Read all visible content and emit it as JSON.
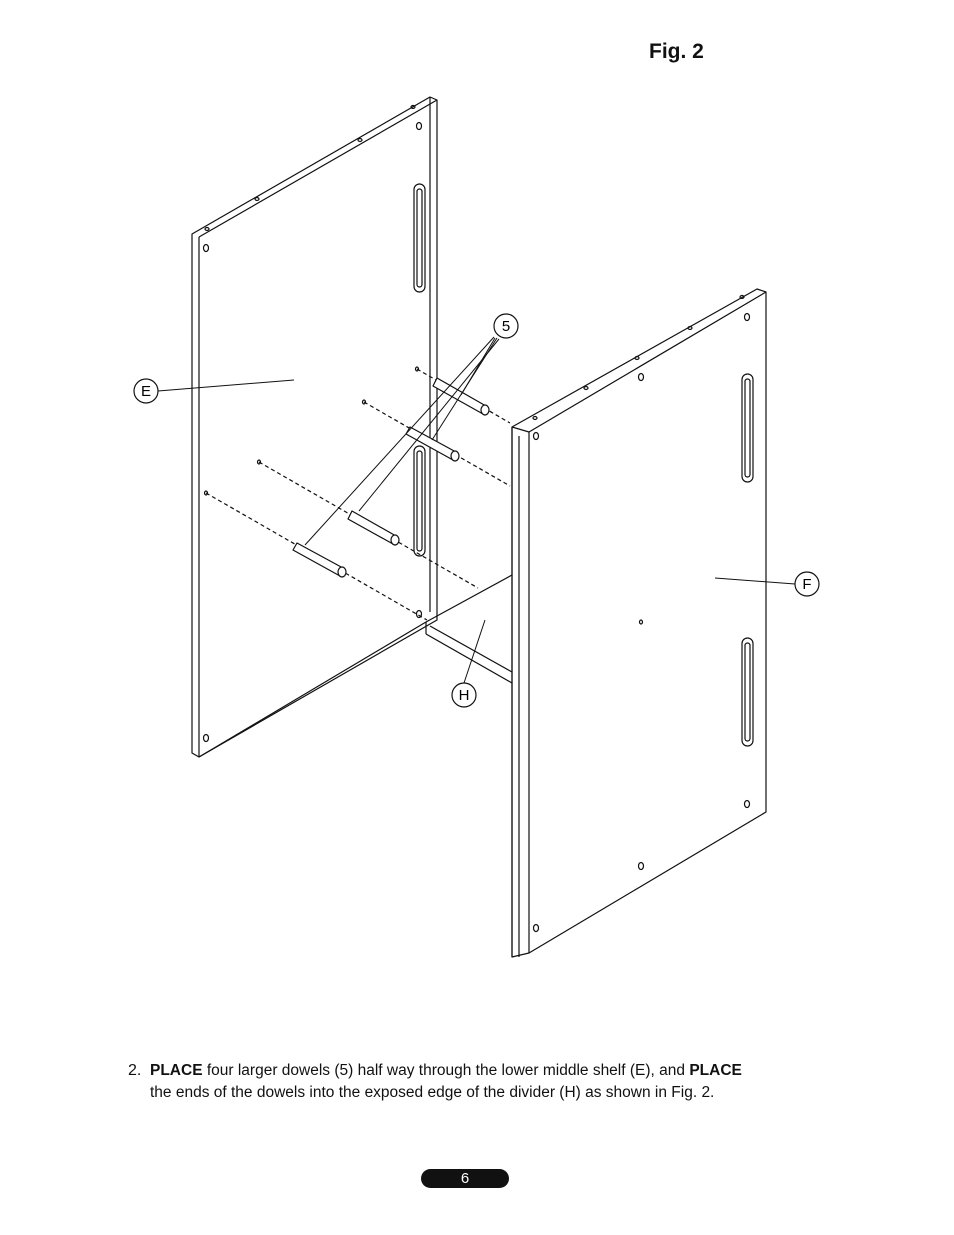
{
  "figure": {
    "title": "Fig. 2"
  },
  "callouts": {
    "dowel": "5",
    "shelf_e": "E",
    "panel_f": "F",
    "divider_h": "H"
  },
  "instruction": {
    "number": "2.",
    "verb1": "PLACE",
    "text1": " four larger dowels (5) half way through the lower middle shelf (E), and ",
    "verb2": "PLACE",
    "text2": "the ends of the dowels into the exposed edge of the divider (H) as shown in Fig. 2."
  },
  "page_number": "6"
}
